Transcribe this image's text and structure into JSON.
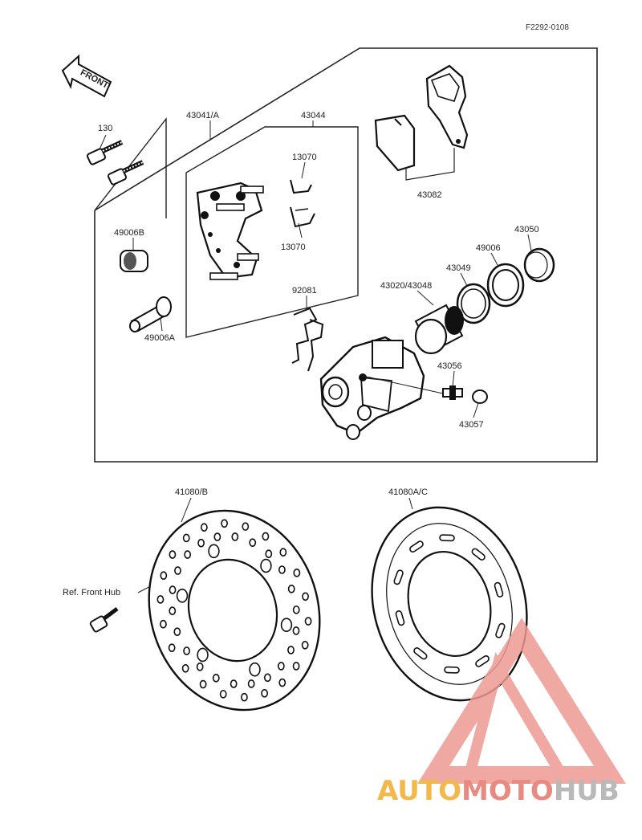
{
  "diagram": {
    "code": "F2292-0108",
    "front_arrow": "FRONT",
    "labels": {
      "p130": "130",
      "p43041": "43041/A",
      "p43044": "43044",
      "p13070a": "13070",
      "p13070b": "13070",
      "p49006b": "49006B",
      "p49006a": "49006A",
      "p43082": "43082",
      "p43050": "43050",
      "p49006": "49006",
      "p43049": "43049",
      "p43020": "43020/43048",
      "p92081": "92081",
      "p43056": "43056",
      "p43057": "43057",
      "p41080b": "41080/B",
      "p41080ac": "41080A/C",
      "ref_hub": "Ref. Front Hub"
    }
  },
  "watermark": {
    "word_a": "AUTO",
    "word_b": "MOTO",
    "word_c": "HUB",
    "color_a": "#f2b84b",
    "color_b": "#e88a80",
    "color_c": "#b9b9b9"
  }
}
